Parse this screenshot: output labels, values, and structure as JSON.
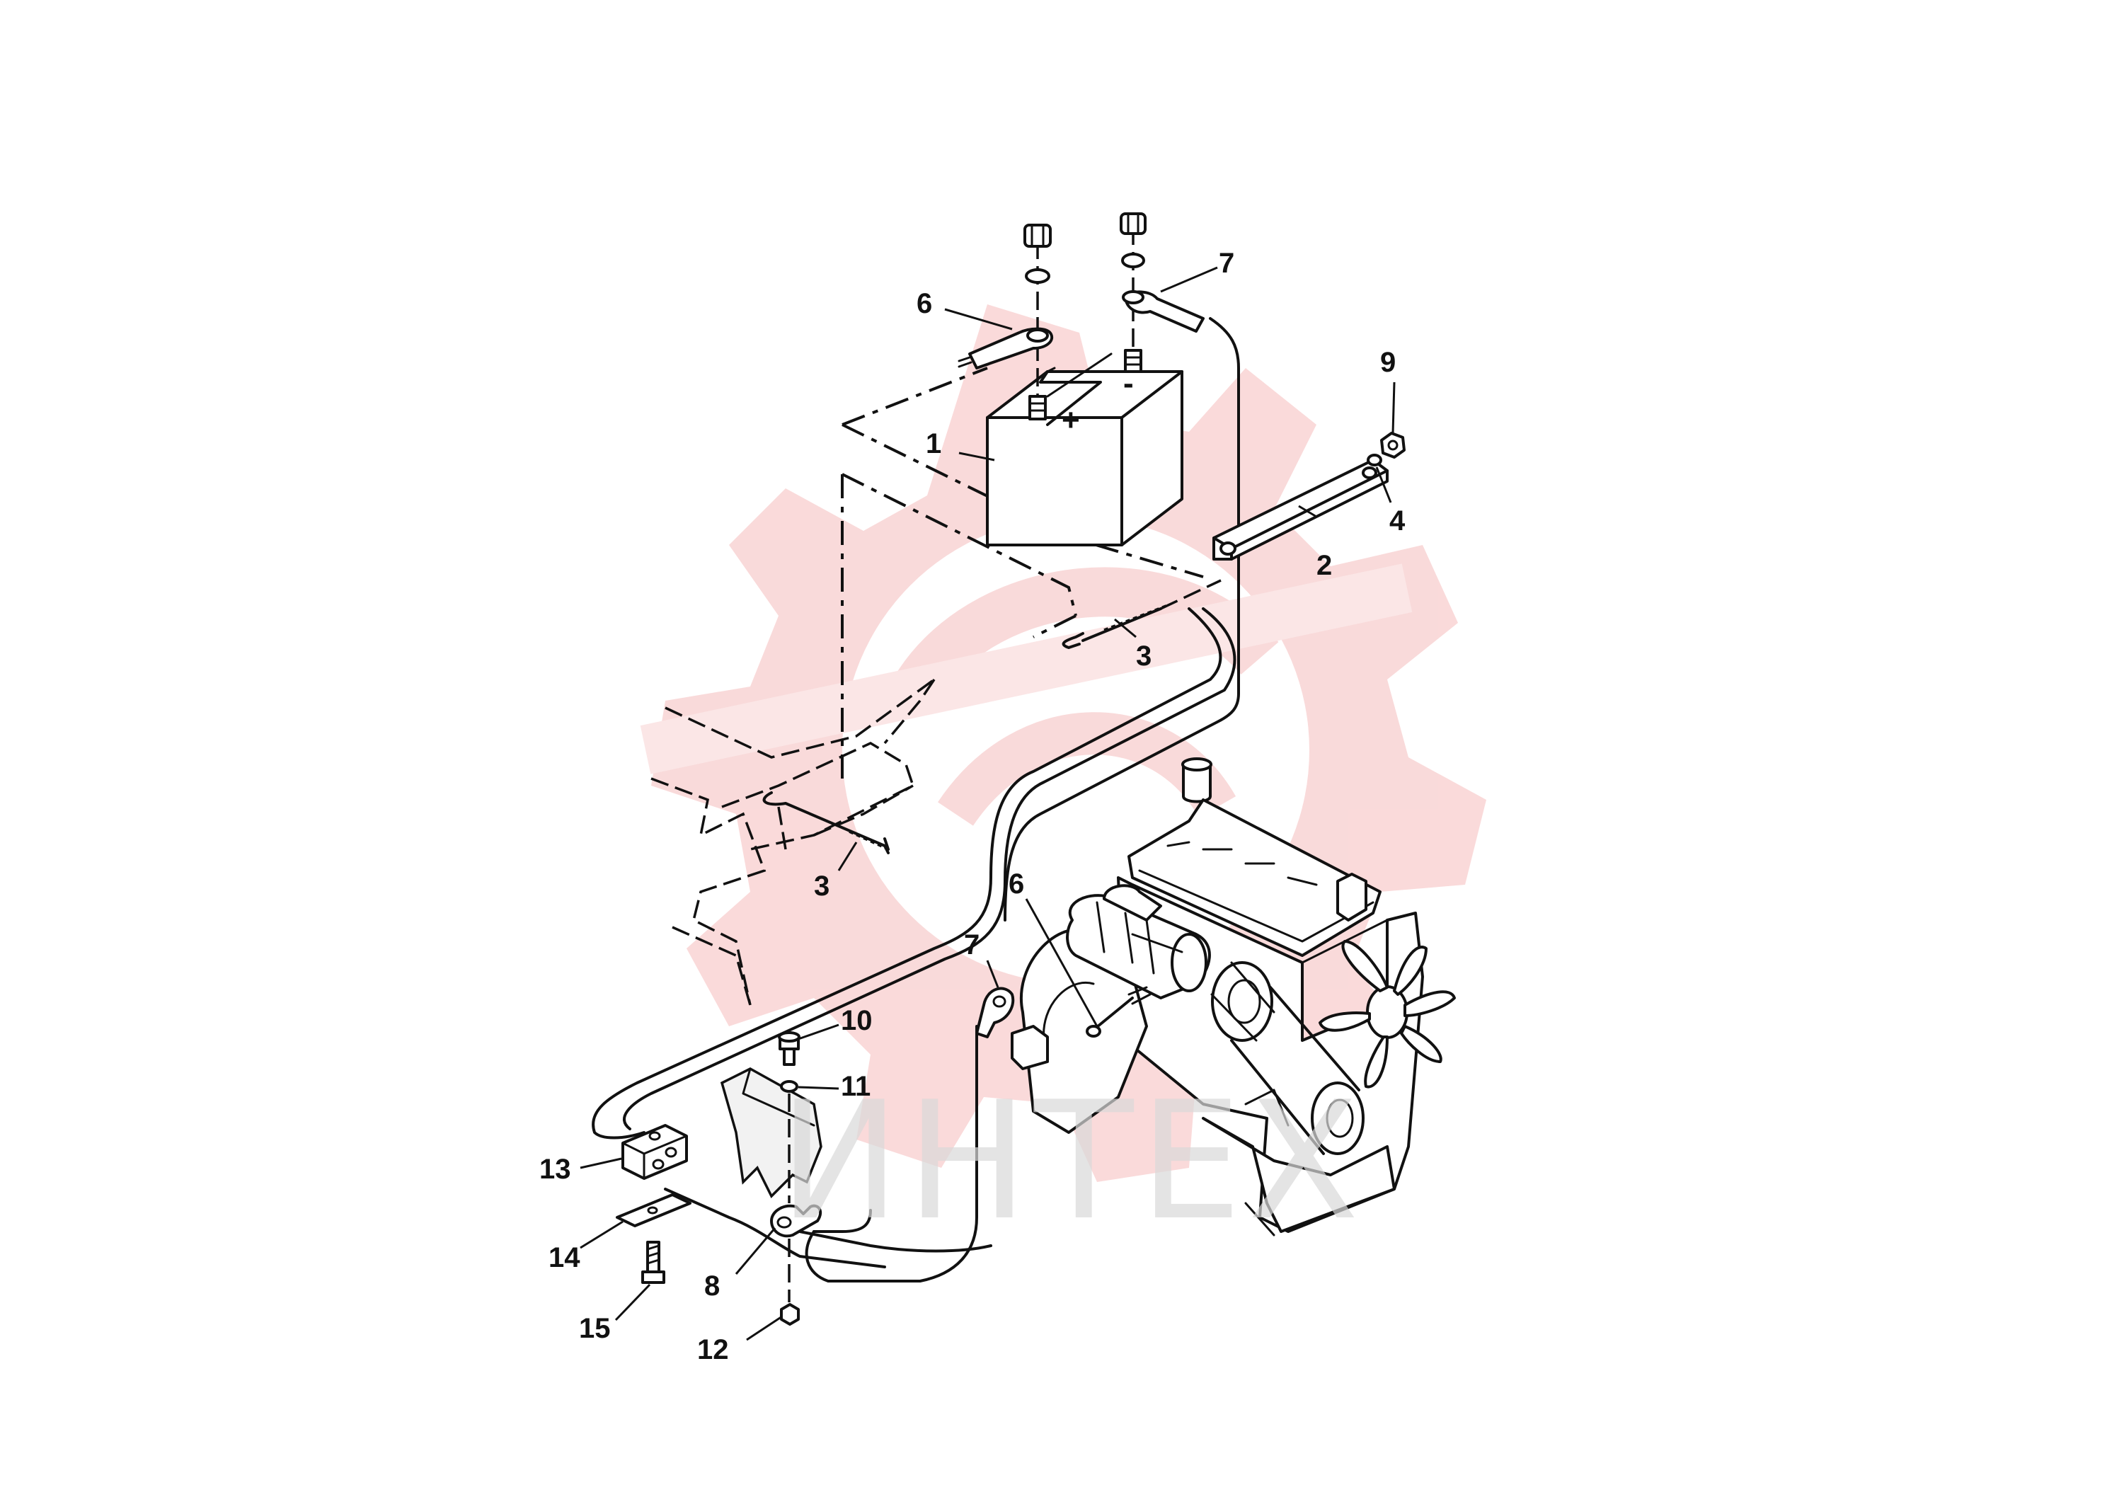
{
  "watermark": {
    "text": "ИНТЕХ",
    "gear_color": "#f9d4d4",
    "text_color": "#d9d9d9"
  },
  "battery": {
    "positive_symbol": "+",
    "negative_symbol": "-"
  },
  "callouts": [
    {
      "id": "c1",
      "label": "1"
    },
    {
      "id": "c2",
      "label": "2"
    },
    {
      "id": "c3a",
      "label": "3"
    },
    {
      "id": "c3b",
      "label": "3"
    },
    {
      "id": "c4",
      "label": "4"
    },
    {
      "id": "c6a",
      "label": "6"
    },
    {
      "id": "c6b",
      "label": "6"
    },
    {
      "id": "c7a",
      "label": "7"
    },
    {
      "id": "c7b",
      "label": "7"
    },
    {
      "id": "c8",
      "label": "8"
    },
    {
      "id": "c9",
      "label": "9"
    },
    {
      "id": "c10",
      "label": "10"
    },
    {
      "id": "c11",
      "label": "11"
    },
    {
      "id": "c12",
      "label": "12"
    },
    {
      "id": "c13",
      "label": "13"
    },
    {
      "id": "c14",
      "label": "14"
    },
    {
      "id": "c15",
      "label": "15"
    }
  ]
}
